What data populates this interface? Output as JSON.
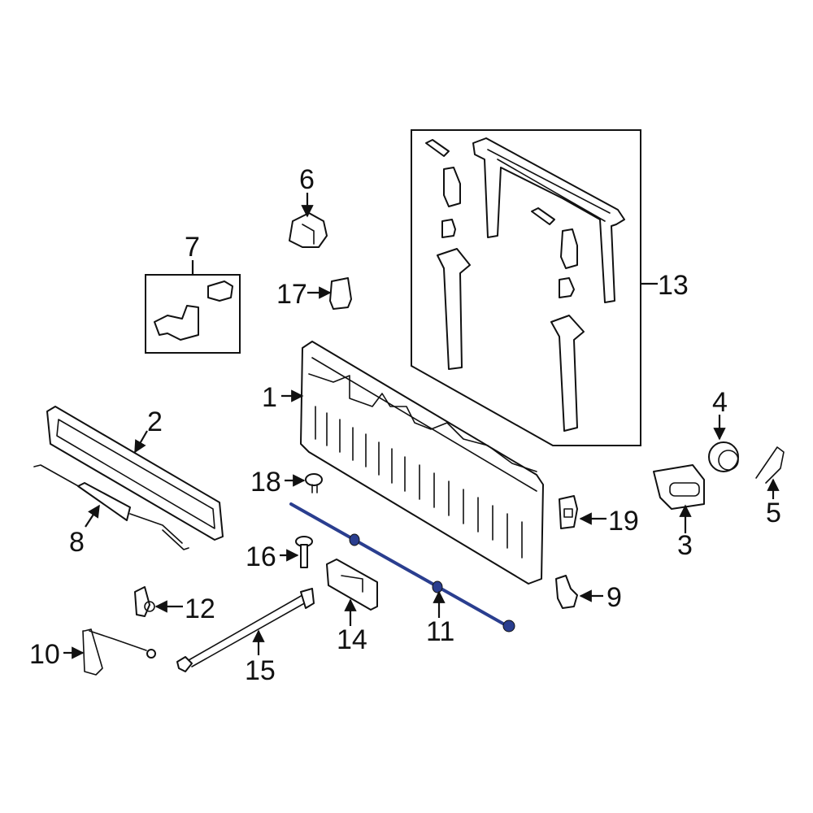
{
  "diagram": {
    "highlight_color": "#2a3e8f",
    "line_color": "#111111",
    "background": "#ffffff",
    "callouts": {
      "c1": "1",
      "c2": "2",
      "c3": "3",
      "c4": "4",
      "c5": "5",
      "c6": "6",
      "c7": "7",
      "c8": "8",
      "c9": "9",
      "c10": "10",
      "c11": "11",
      "c12": "12",
      "c13": "13",
      "c14": "14",
      "c15": "15",
      "c16": "16",
      "c17": "17",
      "c18": "18",
      "c19": "19"
    },
    "highlighted_part": "11"
  }
}
